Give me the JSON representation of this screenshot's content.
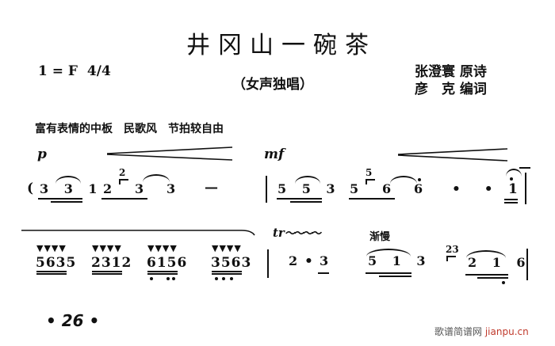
{
  "header": {
    "title": "井冈山一碗茶",
    "subtitle": "（女声独唱）",
    "key_signature": "1 = F",
    "time_signature": "4/4",
    "credits": [
      {
        "name": "张澄寰",
        "role": "原诗"
      },
      {
        "name": "彦　克",
        "role": "编词"
      }
    ],
    "tempo_marking": "富有表情的中板　民歌风　节拍较自由"
  },
  "score": {
    "line1": {
      "dynamics": {
        "start": "p",
        "measure2": "mf"
      },
      "measure1": {
        "open_paren": "(",
        "group1": "3 3 1",
        "note2": "2",
        "grace2": "2",
        "note3": "3",
        "note4": "3",
        "extension": "—"
      },
      "measure2": {
        "group1": "5 5 3",
        "note2": "5",
        "grace2": "5",
        "note3": "6",
        "note4": "6",
        "dots": "• •",
        "final_note": "1"
      }
    },
    "line2": {
      "tremolo_marks": "▼▼▼▼",
      "measure1": {
        "groups": [
          "5635",
          "2312",
          "6156",
          "3563"
        ]
      },
      "measure2": {
        "trill": "tr",
        "trill_wave": "～～～～",
        "tempo_change": "渐慢",
        "note1": "2",
        "dot": "•",
        "note2": "3",
        "group2": "5 1 3",
        "grace3": "23",
        "group3": "2 1 6"
      }
    }
  },
  "footer": {
    "page_number": "• 26 •",
    "watermark_text": "歌谱简谱网",
    "watermark_url": "jianpu.cn"
  }
}
